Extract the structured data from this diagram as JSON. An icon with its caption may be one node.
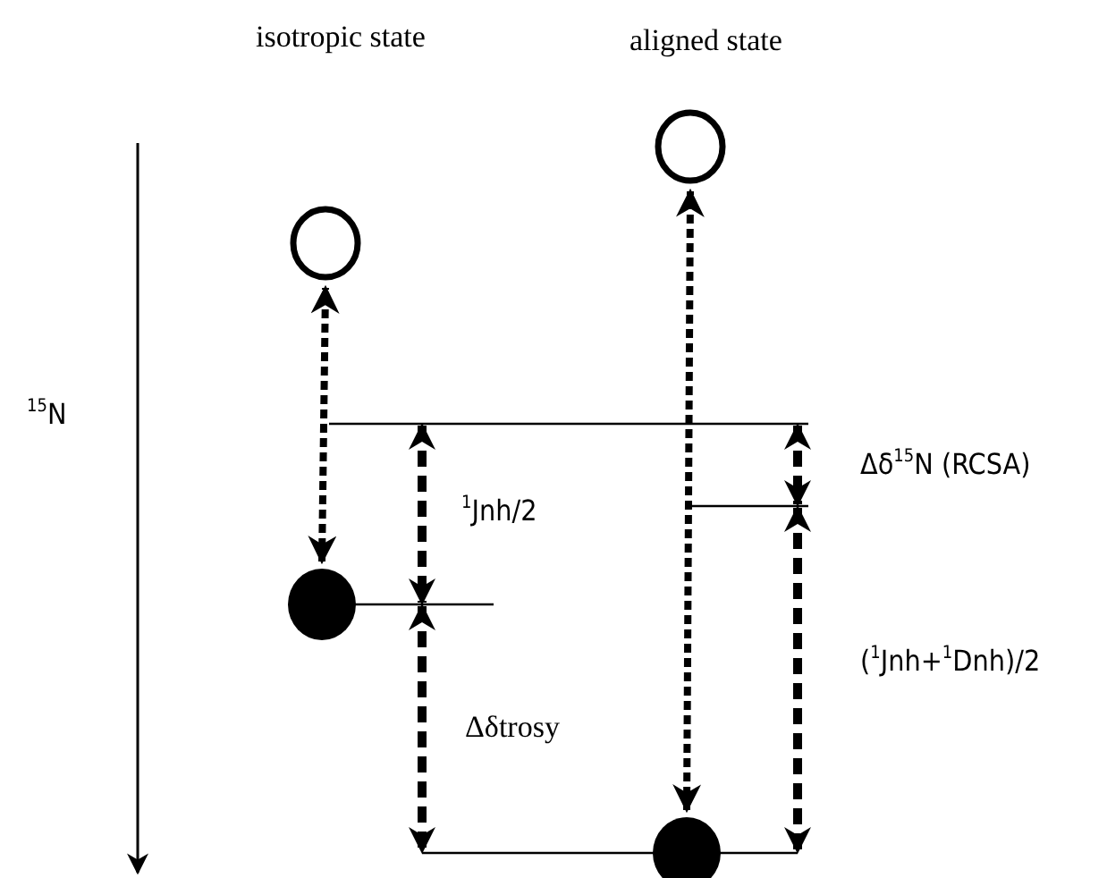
{
  "diagram": {
    "nodes": [
      {
        "text": [],
        "shape": "circle"
      },
      {
        "text": [],
        "shape": "circle"
      },
      {
        "text": [],
        "shape": "circle"
      },
      {
        "text": [],
        "shape": "circle"
      }
    ],
    "edges": [
      {
        "from": 1,
        "to": 0,
        "arrow": "both",
        "style": "dashed"
      },
      {
        "from": 3,
        "to": 2,
        "arrow": "both",
        "style": "dashed"
      }
    ],
    "labels": [
      "isotropic state",
      "aligned state",
      "$^{15}$N",
      "$^{1}$Jnh/2",
      "Δδtrosy",
      "Δδ$^{15}$N (RCSA)",
      "($^{1}$Jnh+$^{1}$Dnh)/2"
    ]
  }
}
